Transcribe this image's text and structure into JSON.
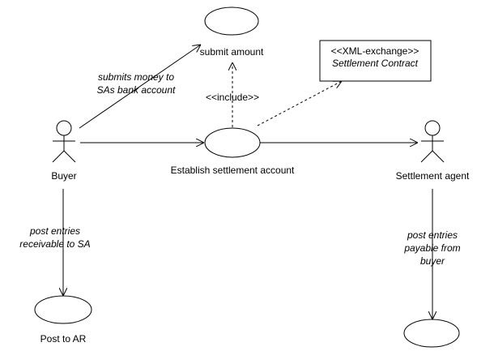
{
  "actors": {
    "buyer": "Buyer",
    "settlement_agent": "Settlement agent"
  },
  "use_cases": {
    "submit_amount": "submit amount",
    "establish_settlement_account": "Establish settlement account",
    "post_to_ar": "Post to AR",
    "unlabeled": ""
  },
  "artifact": {
    "stereotype": "<<XML-exchange>>",
    "name": "Settlement Contract"
  },
  "relations": {
    "include": "<<include>>",
    "submits_money": [
      "submits money to",
      "SAs bank account"
    ],
    "post_receivable": [
      "post entries",
      "receivable to SA"
    ],
    "post_payable": [
      "post entries",
      "payable from",
      "buyer"
    ]
  }
}
